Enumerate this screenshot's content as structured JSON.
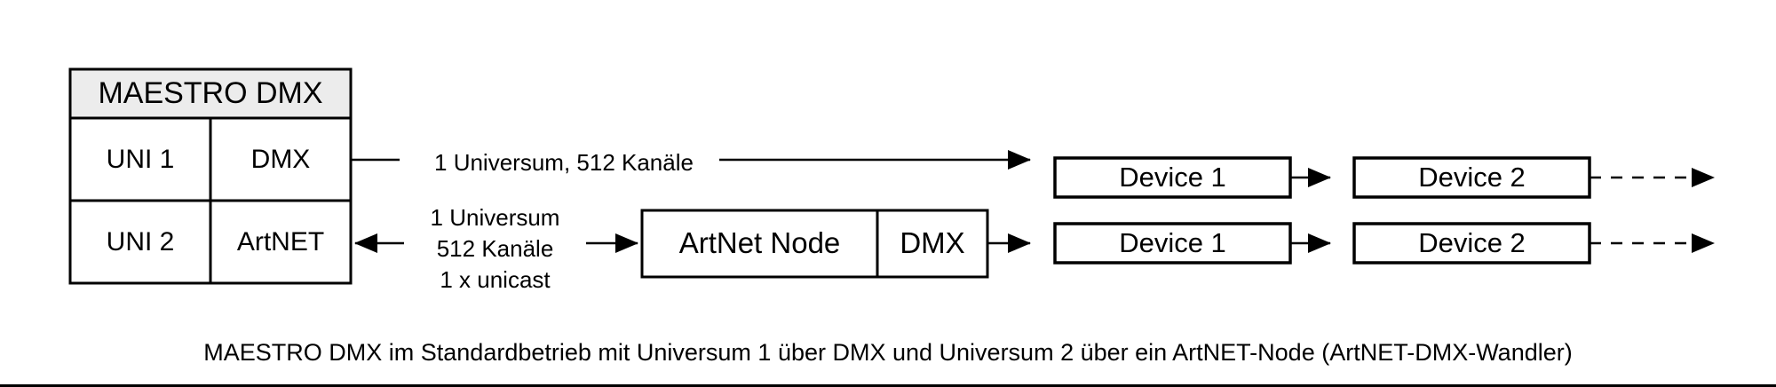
{
  "diagram": {
    "device_table": {
      "title": "MAESTRO DMX",
      "title_bg": "#ececec",
      "rows": [
        {
          "universe": "UNI 1",
          "protocol": "DMX"
        },
        {
          "universe": "UNI 2",
          "protocol": "ArtNET"
        }
      ]
    },
    "link_labels": {
      "dmx_link": "1 Universum, 512 Kanäle",
      "artnet_link_line1": "1 Universum",
      "artnet_link_line2": "512 Kanäle",
      "artnet_link_line3": "1 x unicast"
    },
    "artnet_node": {
      "name": "ArtNet Node",
      "output": "DMX"
    },
    "chains": [
      {
        "name": "dmx-chain",
        "devices": [
          "Device 1",
          "Device 2"
        ],
        "continues": true
      },
      {
        "name": "artnet-chain",
        "devices": [
          "Device 1",
          "Device 2"
        ],
        "continues": true
      }
    ],
    "caption": "MAESTRO DMX im Standardbetrieb mit Universum 1 über DMX und Universum 2 über ein ArtNET-Node (ArtNET-DMX-Wandler)",
    "colors": {
      "stroke": "#000000",
      "fill": "#ffffff",
      "header_fill": "#ececec"
    }
  }
}
